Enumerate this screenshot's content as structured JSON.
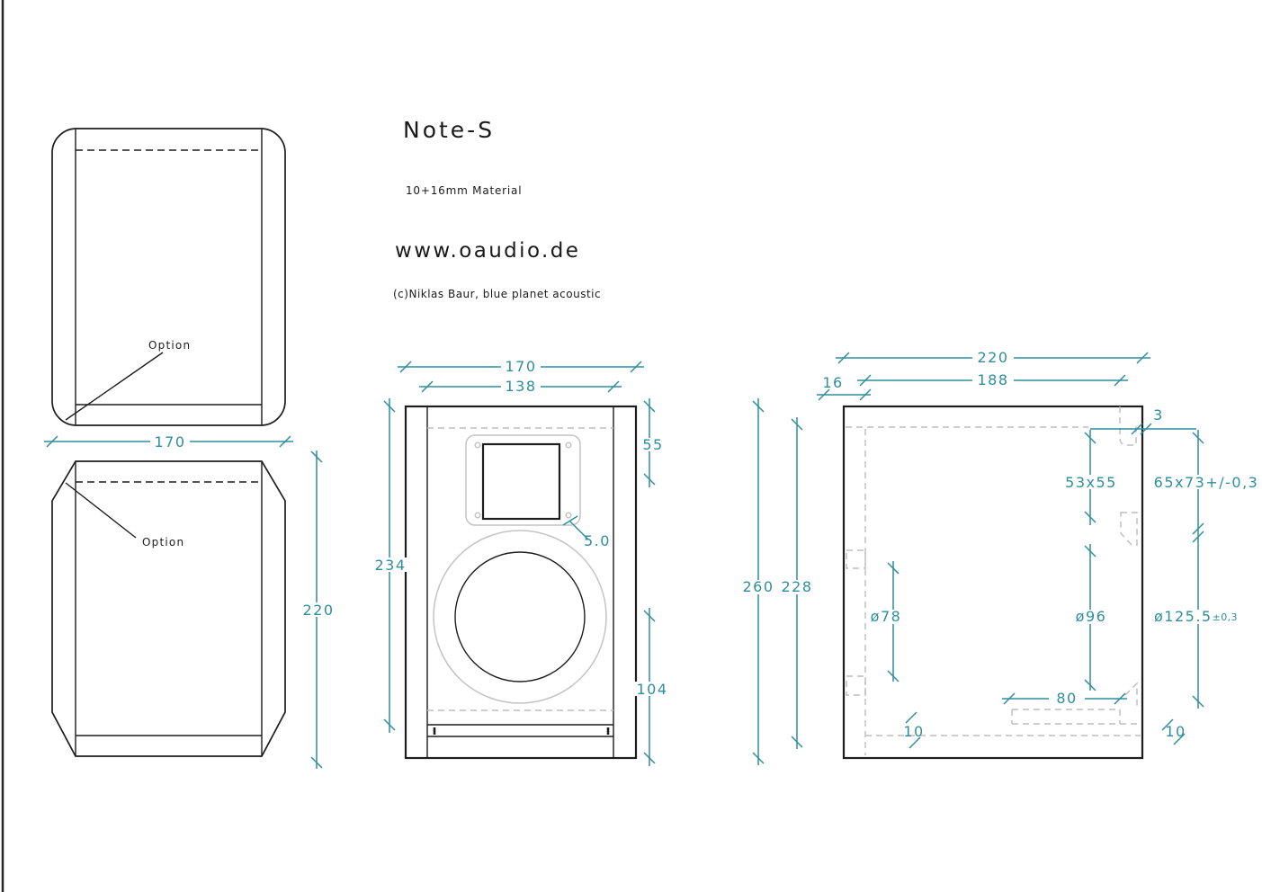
{
  "header": {
    "title": "Note-S",
    "material_note": "10+16mm Material",
    "website": "www.oaudio.de",
    "credit": "(c)Niklas Baur, blue planet acoustic"
  },
  "colors": {
    "dimension_teal": "#2f8e9c",
    "outline_black": "#1d1d1d",
    "construction_gray": "#bdbdbd",
    "driver_gray": "#c4c4c4"
  },
  "top_view_rounded": {
    "option_label": "Option",
    "dim_width": "170"
  },
  "top_view_chamfered": {
    "option_label": "Option",
    "dim_height": "220"
  },
  "front_view": {
    "dim_width": "170",
    "dim_baffle_width": "138",
    "dim_height": "234",
    "dim_tweeter_top": "55",
    "dim_woofer_bottom": "104",
    "dim_roundover": "5.0"
  },
  "side_view": {
    "dim_depth": "220",
    "dim_inner_depth": "188",
    "dim_wall_front": "16",
    "dim_rebate": "3",
    "dim_tweeter_cutout": "53x55",
    "dim_tweeter_outer": "65x73+/-0,3",
    "dim_height": "260",
    "dim_inner_height": "228",
    "dim_hole_small": "ø78",
    "dim_hole_large": "ø96",
    "dim_recess": "ø125.5",
    "dim_recess_tol": "±0,3",
    "dim_port_length": "80",
    "dim_thickness_bottom": "10",
    "dim_thickness_back": "10"
  }
}
